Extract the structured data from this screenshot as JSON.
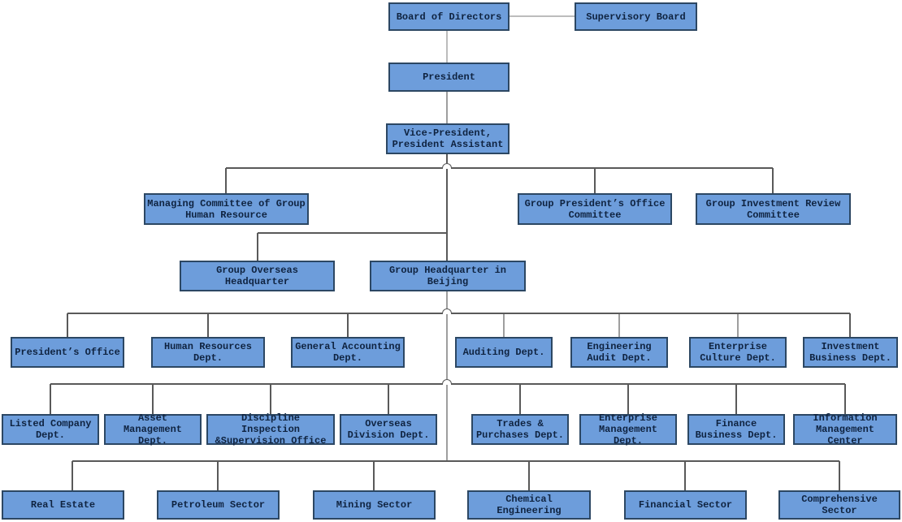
{
  "chart_title": "",
  "colors": {
    "box_fill": "#6d9ddb",
    "box_border": "#2c4763",
    "box_text": "#0f2340",
    "line_dark": "#595959",
    "line_mid": "#9e9e9e",
    "line_light": "#bcbcbc"
  },
  "nodes": {
    "board_of_directors": "Board of Directors",
    "supervisory_board": "Supervisory Board",
    "president": "President",
    "vice_president": "Vice-President,\nPresident Assistant",
    "managing_committee": "Managing Committee of Group Human Resource",
    "group_presidents_office_committee": "Group President’s Office Committee",
    "group_investment_review_committee": "Group Investment Review Committee",
    "group_overseas_headquarter": "Group Overseas Headquarter",
    "group_headquarter_beijing": "Group Headquarter in Beijing",
    "row1": [
      "President’s Office",
      "Human Resources Dept.",
      "General Accounting Dept.",
      "Auditing Dept.",
      "Engineering Audit Dept.",
      "Enterprise Culture Dept.",
      "Investment Business Dept."
    ],
    "row2": [
      "Listed Company Dept.",
      "Asset Management Dept.",
      "Discipline Inspection &Supervision Office",
      "Overseas Division Dept.",
      "Trades & Purchases Dept.",
      "Enterprise Management Dept.",
      "Finance Business Dept.",
      "Information Management Center"
    ],
    "sectors": [
      "Real Estate",
      "Petroleum Sector",
      "Mining Sector",
      "Chemical Engineering",
      "Financial Sector",
      "Comprehensive Sector"
    ]
  }
}
